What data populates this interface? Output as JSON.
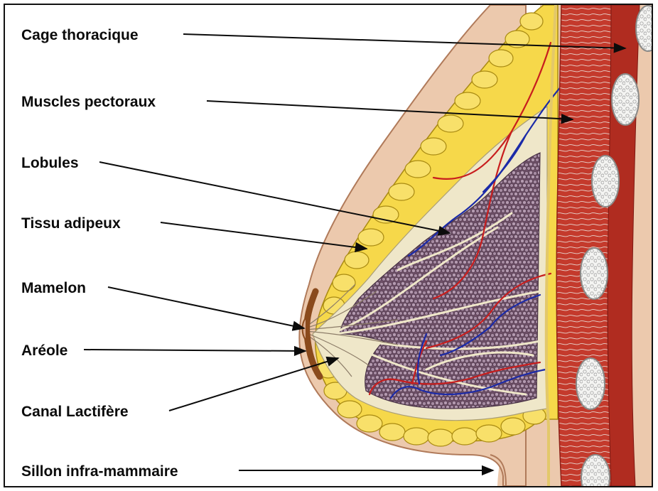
{
  "labels": {
    "cage_thoracique": "Cage thoracique",
    "muscles_pectoraux": "Muscles pectoraux",
    "lobules": "Lobules",
    "tissu_adipeux": "Tissu adipeux",
    "mamelon": "Mamelon",
    "areole": "Aréole",
    "canal_lactifere": "Canal Lactifère",
    "sillon_infra_mammaire": "Sillon infra-mammaire"
  },
  "colors": {
    "skin": "#ecc9ad",
    "skin_edge": "#b07a5a",
    "fat": "#f6d84a",
    "fat_edge": "#a98a12",
    "fascia": "#e9e2c7",
    "lobule": "#7a5b72",
    "lobule_light": "#b49ab0",
    "muscle": "#c63a2c",
    "muscle_dark": "#8e1f17",
    "bone": "#f2f2f0",
    "artery": "#c81e1e",
    "vein": "#1b2aa8",
    "areola": "#8a4a1c",
    "leader": "#0b0b0b"
  }
}
